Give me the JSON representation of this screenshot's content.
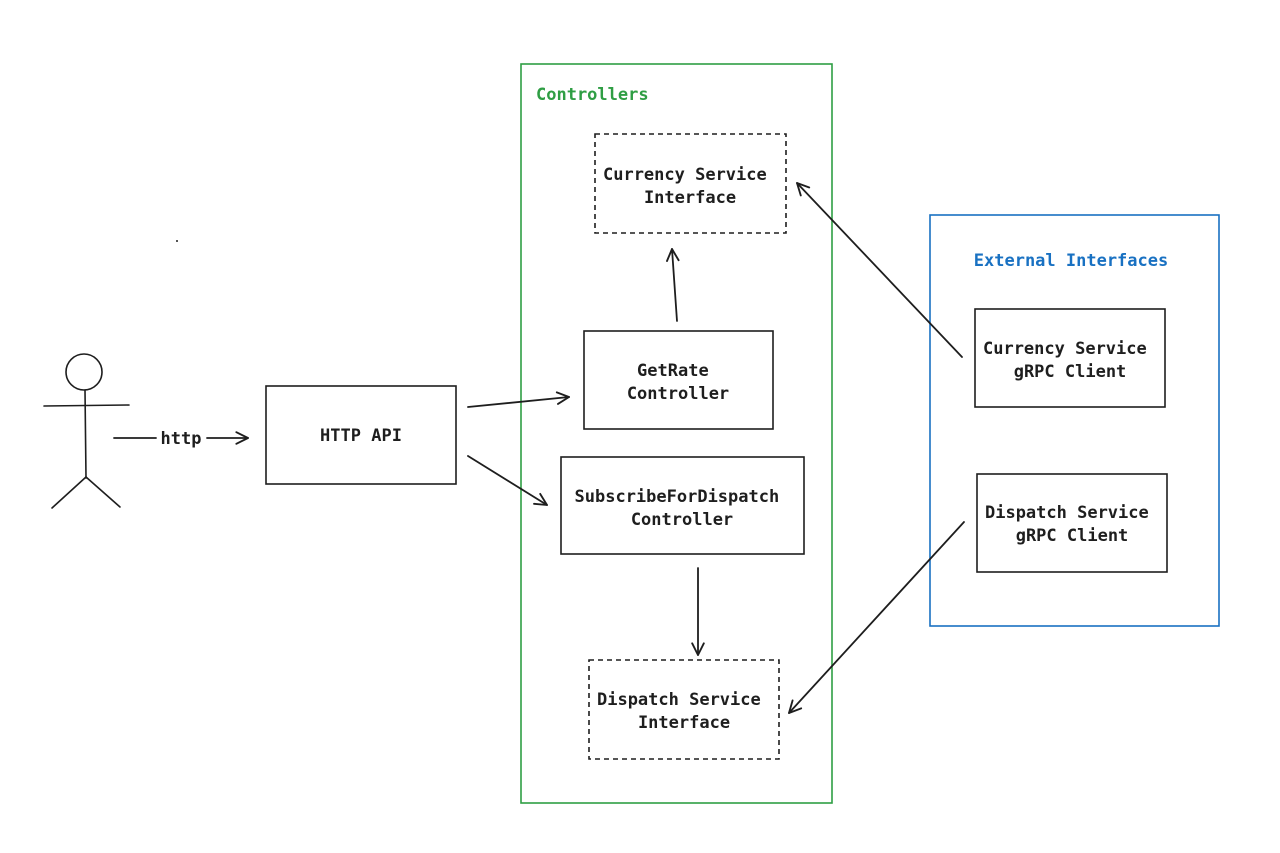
{
  "diagram": {
    "colors": {
      "controllers_group": "#2f9e44",
      "external_group": "#1971c2",
      "ink": "#1e1e1e"
    },
    "actor": {
      "icon": "stick-figure-icon"
    },
    "edge_http": {
      "label": "http"
    },
    "http_api": {
      "label": "HTTP API"
    },
    "controllers": {
      "title": "Controllers",
      "currency_interface": [
        "Currency Service",
        "Interface"
      ],
      "getrate_controller": [
        "GetRate",
        "Controller"
      ],
      "subscribe_controller": [
        "SubscribeForDispatch",
        "Controller"
      ],
      "dispatch_interface": [
        "Dispatch Service",
        "Interface"
      ]
    },
    "external": {
      "title": "External Interfaces",
      "currency_client": [
        "Currency Service",
        "gRPC Client"
      ],
      "dispatch_client": [
        "Dispatch Service",
        "gRPC Client"
      ]
    }
  }
}
